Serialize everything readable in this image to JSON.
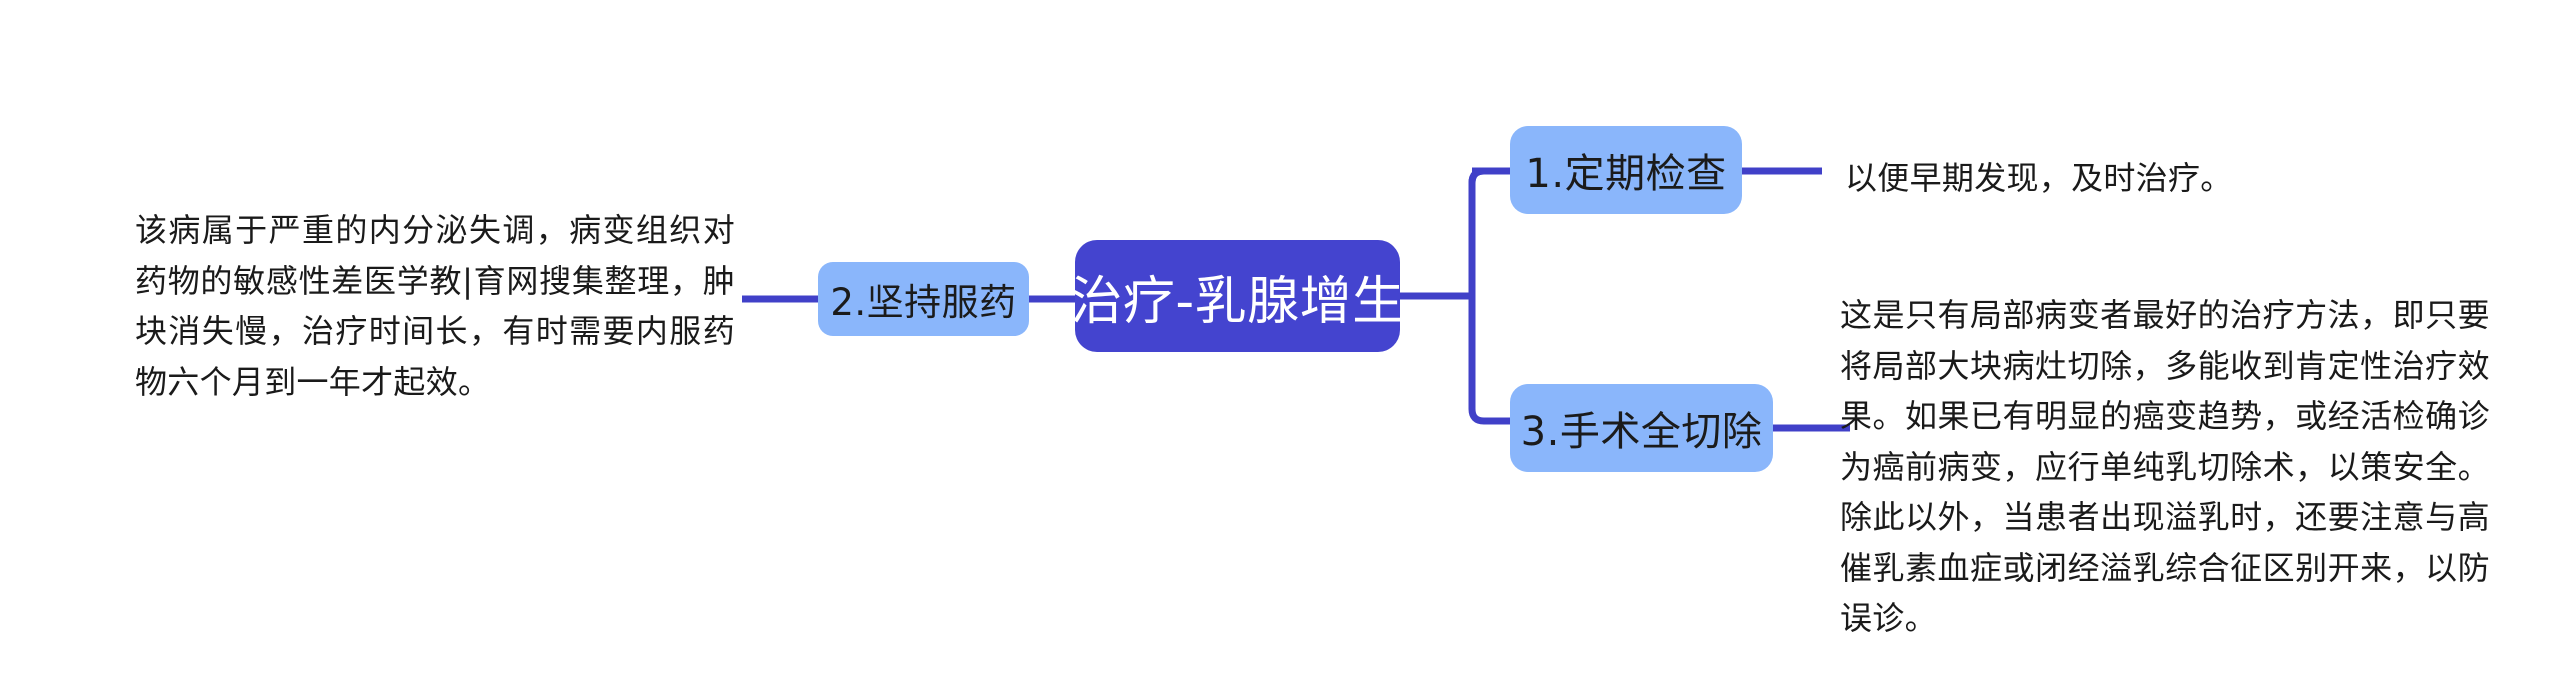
{
  "diagram": {
    "type": "mind-map",
    "title": "治疗-乳腺增生",
    "background_color": "#ffffff",
    "root": {
      "label": "治疗-乳腺增生",
      "fill_color": "#4444cf",
      "text_color": "#ffffff"
    },
    "branch_style": {
      "fill_color": "#8ab6fb",
      "text_color": "#1b1b1b",
      "connector_color": "#4040c8"
    },
    "branches": [
      {
        "id": "regular-check",
        "label": "1.定期检查",
        "side": "right",
        "note": "以便早期发现，及时治疗。"
      },
      {
        "id": "persist-medication",
        "label": "2.坚持服药",
        "side": "left",
        "note": "该病属于严重的内分泌失调，病变组织对药物的敏感性差医学教|育网搜集整理，肿块消失慢，治疗时间长，有时需要内服药物六个月到一年才起效。"
      },
      {
        "id": "total-surgical-resection",
        "label": "3.手术全切除",
        "side": "right",
        "note": "这是只有局部病变者最好的治疗方法，即只要将局部大块病灶切除，多能收到肯定性治疗效果。如果已有明显的癌变趋势，或经活检确诊为癌前病变，应行单纯乳切除术，以策安全。除此以外，当患者出现溢乳时，还要注意与高催乳素血症或闭经溢乳综合征区别开来，以防误诊。"
      }
    ]
  }
}
